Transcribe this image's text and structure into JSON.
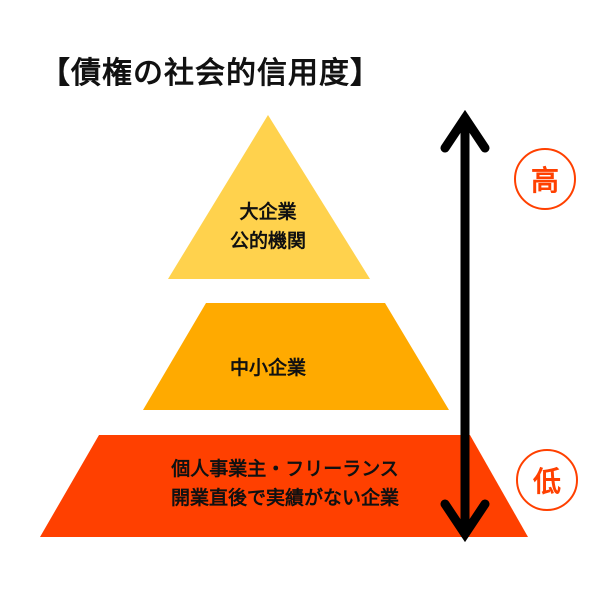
{
  "title": "【債権の社会的信用度】",
  "tiers": [
    {
      "lines": [
        "大企業",
        "公的機関"
      ],
      "color": "#ffd24d"
    },
    {
      "lines": [
        "中小企業"
      ],
      "color": "#ffaa00"
    },
    {
      "lines": [
        "個人事業主・フリーランス",
        "開業直後で実績がない企業"
      ],
      "color": "#ff4000"
    }
  ],
  "scale": {
    "high": "高",
    "low": "低"
  }
}
